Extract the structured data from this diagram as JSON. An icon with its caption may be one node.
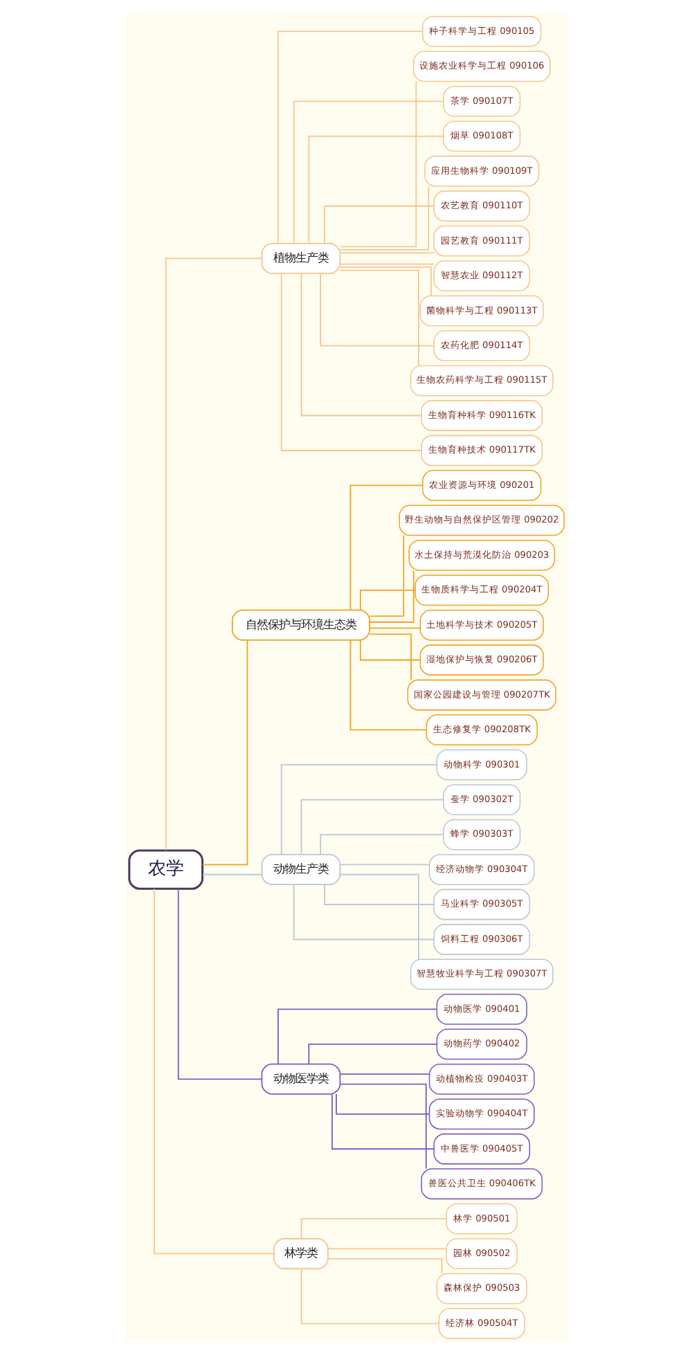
{
  "diagram": {
    "nodes": [
      {
        "text": [
          "农学"
        ]
      },
      {
        "text": [
          "植物生产类"
        ]
      },
      {
        "text": [
          "种子科学与工程 090105"
        ]
      },
      {
        "text": [
          "设施农业科学与工程 090106"
        ]
      },
      {
        "text": [
          "茶学 090107T"
        ]
      },
      {
        "text": [
          "烟草 090108T"
        ]
      },
      {
        "text": [
          "应用生物科学 090109T"
        ]
      },
      {
        "text": [
          "农艺教育 090110T"
        ]
      },
      {
        "text": [
          "园艺教育 090111T"
        ]
      },
      {
        "text": [
          "智慧农业 090112T"
        ]
      },
      {
        "text": [
          "菌物科学与工程 090113T"
        ]
      },
      {
        "text": [
          "农药化肥 090114T"
        ]
      },
      {
        "text": [
          "生物农药科学与工程 090115T"
        ]
      },
      {
        "text": [
          "生物育种科学 090116TK"
        ]
      },
      {
        "text": [
          "生物育种技术 090117TK"
        ]
      },
      {
        "text": [
          "自然保护与环境生态类"
        ]
      },
      {
        "text": [
          "农业资源与环境 090201"
        ]
      },
      {
        "text": [
          "野生动物与自然保护区管理 090202"
        ]
      },
      {
        "text": [
          "水土保持与荒漠化防治 090203"
        ]
      },
      {
        "text": [
          "生物质科学与工程 090204T"
        ]
      },
      {
        "text": [
          "土地科学与技术 090205T"
        ]
      },
      {
        "text": [
          "湿地保护与恢复 090206T"
        ]
      },
      {
        "text": [
          "国家公园建设与管理 090207TK"
        ]
      },
      {
        "text": [
          "生态修复学 090208TK"
        ]
      },
      {
        "text": [
          "动物生产类"
        ]
      },
      {
        "text": [
          "动物科学 090301"
        ]
      },
      {
        "text": [
          "蚕学 090302T"
        ]
      },
      {
        "text": [
          "蜂学 090303T"
        ]
      },
      {
        "text": [
          "经济动物学 090304T"
        ]
      },
      {
        "text": [
          "马业科学 090305T"
        ]
      },
      {
        "text": [
          "饲料工程 090306T"
        ]
      },
      {
        "text": [
          "智慧牧业科学与工程 090307T"
        ]
      },
      {
        "text": [
          "动物医学类"
        ]
      },
      {
        "text": [
          "动物医学 090401"
        ]
      },
      {
        "text": [
          "动物药学 090402"
        ]
      },
      {
        "text": [
          "动植物检疫 090403T"
        ]
      },
      {
        "text": [
          "实验动物学 090404T"
        ]
      },
      {
        "text": [
          "中兽医学 090405T"
        ]
      },
      {
        "text": [
          "兽医公共卫生 090406TK"
        ]
      },
      {
        "text": [
          "林学类"
        ]
      },
      {
        "text": [
          "林学 090501"
        ]
      },
      {
        "text": [
          "园林 090502"
        ]
      },
      {
        "text": [
          "森林保护 090503"
        ]
      },
      {
        "text": [
          "经济林 090504T"
        ]
      }
    ],
    "edges": [
      {
        "from": 0,
        "to": 1,
        "arrow": "none",
        "color": "#f9c48e"
      },
      {
        "from": 1,
        "to": 2,
        "arrow": "none",
        "color": "#f9c48e"
      },
      {
        "from": 1,
        "to": 3,
        "arrow": "none",
        "color": "#f9c48e"
      },
      {
        "from": 1,
        "to": 4,
        "arrow": "none",
        "color": "#f9c48e"
      },
      {
        "from": 1,
        "to": 5,
        "arrow": "none",
        "color": "#f9c48e"
      },
      {
        "from": 1,
        "to": 6,
        "arrow": "none",
        "color": "#f9c48e"
      },
      {
        "from": 1,
        "to": 7,
        "arrow": "none",
        "color": "#f9c48e"
      },
      {
        "from": 1,
        "to": 8,
        "arrow": "none",
        "color": "#f9c48e"
      },
      {
        "from": 1,
        "to": 9,
        "arrow": "none",
        "color": "#f9c48e"
      },
      {
        "from": 1,
        "to": 10,
        "arrow": "none",
        "color": "#f9c48e"
      },
      {
        "from": 1,
        "to": 11,
        "arrow": "none",
        "color": "#f9c48e"
      },
      {
        "from": 1,
        "to": 12,
        "arrow": "none",
        "color": "#f9c48e"
      },
      {
        "from": 1,
        "to": 13,
        "arrow": "none",
        "color": "#f9c48e"
      },
      {
        "from": 1,
        "to": 14,
        "arrow": "none",
        "color": "#f9c48e"
      },
      {
        "from": 0,
        "to": 15,
        "arrow": "none",
        "color": "#f5a020"
      },
      {
        "from": 15,
        "to": 16,
        "arrow": "none",
        "color": "#f5a020"
      },
      {
        "from": 15,
        "to": 17,
        "arrow": "none",
        "color": "#f5a020"
      },
      {
        "from": 15,
        "to": 18,
        "arrow": "none",
        "color": "#f5a020"
      },
      {
        "from": 15,
        "to": 19,
        "arrow": "none",
        "color": "#f5a020"
      },
      {
        "from": 15,
        "to": 20,
        "arrow": "none",
        "color": "#f5a020"
      },
      {
        "from": 15,
        "to": 21,
        "arrow": "none",
        "color": "#f5a020"
      },
      {
        "from": 15,
        "to": 22,
        "arrow": "none",
        "color": "#f5a020"
      },
      {
        "from": 15,
        "to": 23,
        "arrow": "none",
        "color": "#f5a020"
      },
      {
        "from": 0,
        "to": 24,
        "arrow": "none",
        "color": "#b9c7d6"
      },
      {
        "from": 24,
        "to": 25,
        "arrow": "none",
        "color": "#b9c7d6"
      },
      {
        "from": 24,
        "to": 26,
        "arrow": "none",
        "color": "#b9c7d6"
      },
      {
        "from": 24,
        "to": 27,
        "arrow": "none",
        "color": "#b9c7d6"
      },
      {
        "from": 24,
        "to": 28,
        "arrow": "none",
        "color": "#b9c7d6"
      },
      {
        "from": 24,
        "to": 29,
        "arrow": "none",
        "color": "#b9c7d6"
      },
      {
        "from": 24,
        "to": 30,
        "arrow": "none",
        "color": "#b9c7d6"
      },
      {
        "from": 24,
        "to": 31,
        "arrow": "none",
        "color": "#b9c7d6"
      },
      {
        "from": 0,
        "to": 32,
        "arrow": "none",
        "color": "#7a5cc4"
      },
      {
        "from": 32,
        "to": 33,
        "arrow": "none",
        "color": "#7a5cc4"
      },
      {
        "from": 32,
        "to": 34,
        "arrow": "none",
        "color": "#7a5cc4"
      },
      {
        "from": 32,
        "to": 35,
        "arrow": "none",
        "color": "#7a5cc4"
      },
      {
        "from": 32,
        "to": 36,
        "arrow": "none",
        "color": "#7a5cc4"
      },
      {
        "from": 32,
        "to": 37,
        "arrow": "none",
        "color": "#7a5cc4"
      },
      {
        "from": 32,
        "to": 38,
        "arrow": "none",
        "color": "#7a5cc4"
      },
      {
        "from": 0,
        "to": 39,
        "arrow": "none",
        "color": "#f9c48e"
      },
      {
        "from": 39,
        "to": 40,
        "arrow": "none",
        "color": "#f9c48e"
      },
      {
        "from": 39,
        "to": 41,
        "arrow": "none",
        "color": "#f9c48e"
      },
      {
        "from": 39,
        "to": 42,
        "arrow": "none",
        "color": "#f9c48e"
      },
      {
        "from": 39,
        "to": 43,
        "arrow": "none",
        "color": "#f9c48e"
      }
    ]
  }
}
